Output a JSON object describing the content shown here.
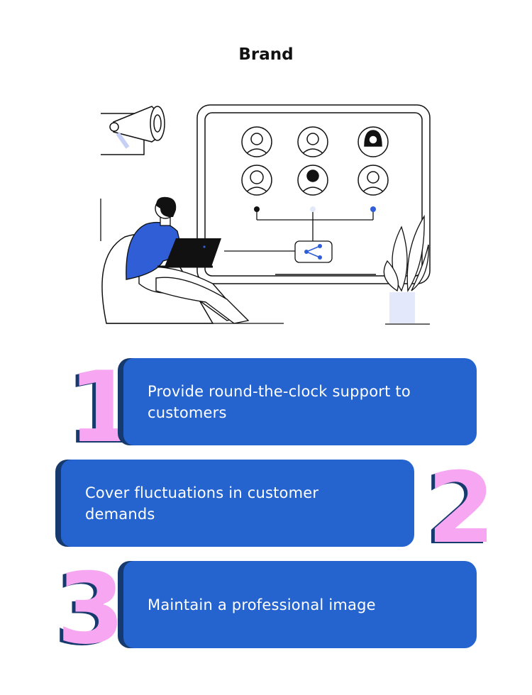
{
  "title": "Brand",
  "colors": {
    "card_blue": "#2564cf",
    "card_shadow": "#173a6e",
    "number_pink": "#f7a6f2",
    "accent_blue": "#2f5ed6",
    "pale_lavender": "#e4e8fb"
  },
  "illustration": {
    "icons": [
      "megaphone-icon",
      "person-avatar-icon",
      "share-icon",
      "laptop-icon",
      "plant-icon",
      "beanbag-icon"
    ]
  },
  "steps": [
    {
      "number": "1",
      "text": "Provide round-the-clock support to customers"
    },
    {
      "number": "2",
      "text": "Cover fluctuations in customer demands"
    },
    {
      "number": "3",
      "text": "Maintain a professional image"
    }
  ]
}
